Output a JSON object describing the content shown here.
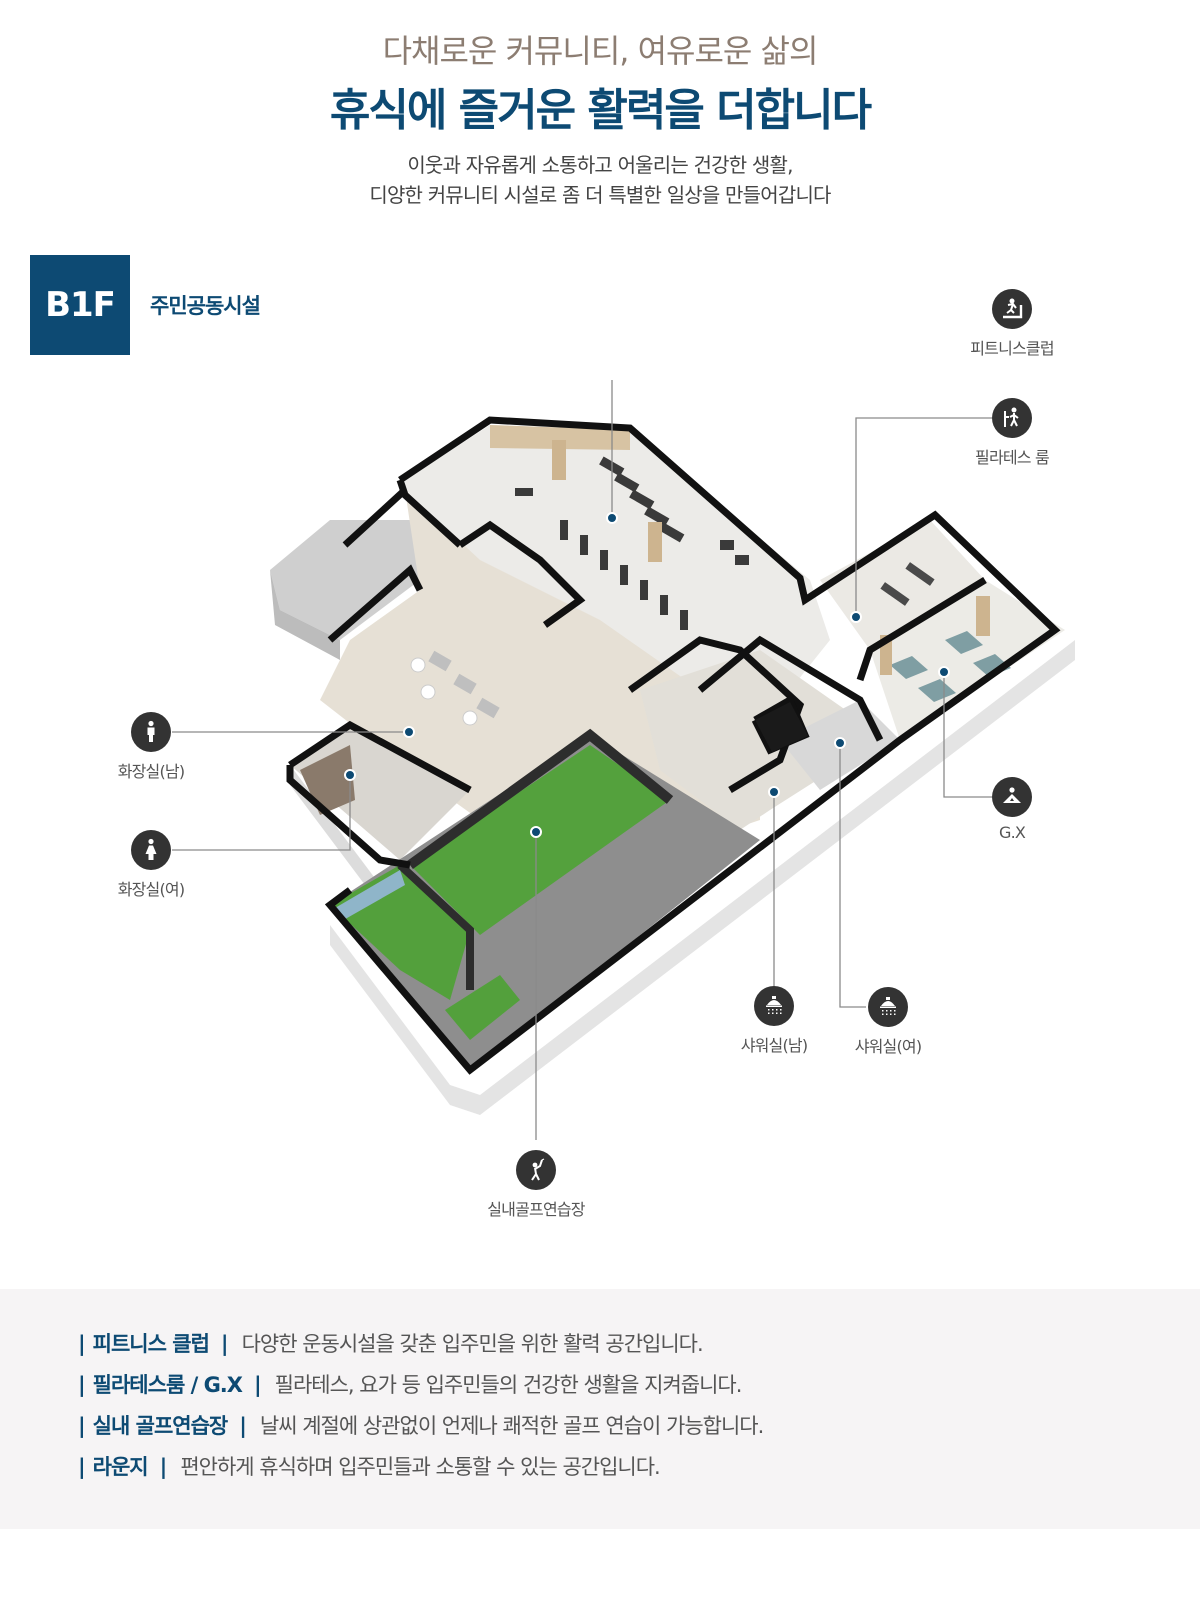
{
  "header": {
    "subtitle": "다채로운 커뮤니티, 여유로운 삶의",
    "title": "휴식에 즐거운 활력을 더합니다",
    "intro_line1": "이웃과 자유롭게 소통하고 어울리는 건강한 생활,",
    "intro_line2": "디양한 커뮤니티 시설로 좀 더 특별한 일상을 만들어갑니다"
  },
  "floor": {
    "badge": "B1F",
    "title": "주민공동시설"
  },
  "callouts": [
    {
      "id": "fitness",
      "label": "피트니스클럽",
      "icon": "treadmill-runner-icon"
    },
    {
      "id": "pilates",
      "label": "필라테스 룸",
      "icon": "pilates-person-icon"
    },
    {
      "id": "gx",
      "label": "G.X",
      "icon": "yoga-pose-icon"
    },
    {
      "id": "restroom_male",
      "label": "화장실(남)",
      "icon": "male-icon"
    },
    {
      "id": "restroom_female",
      "label": "화장실(여)",
      "icon": "female-icon"
    },
    {
      "id": "shower_male",
      "label": "샤워실(남)",
      "icon": "shower-icon"
    },
    {
      "id": "shower_female",
      "label": "샤워실(여)",
      "icon": "shower-icon"
    },
    {
      "id": "golf",
      "label": "실내골프연습장",
      "icon": "golfer-icon"
    }
  ],
  "descriptions": [
    {
      "name": "피트니스 클럽",
      "text": "다양한 운동시설을 갖춘 입주민을 위한 활력 공간입니다."
    },
    {
      "name": "필라테스룸 / G.X",
      "text": "필라테스, 요가 등 입주민들의 건강한 생활을 지켜줍니다."
    },
    {
      "name": "실내 골프연습장",
      "text": "날씨 계절에 상관없이 언제나 쾌적한 골프 연습이 가능합니다."
    },
    {
      "name": "라운지",
      "text": "편안하게 휴식하며 입주민들과 소통할 수 있는 공간입니다."
    }
  ],
  "separator": "|",
  "colors": {
    "brand_navy": "#0d4a73",
    "subtitle_brown": "#8c7d72",
    "icon_dark": "#333333",
    "footer_bg": "#f6f4f5",
    "golf_green": "#4f9a3c"
  }
}
